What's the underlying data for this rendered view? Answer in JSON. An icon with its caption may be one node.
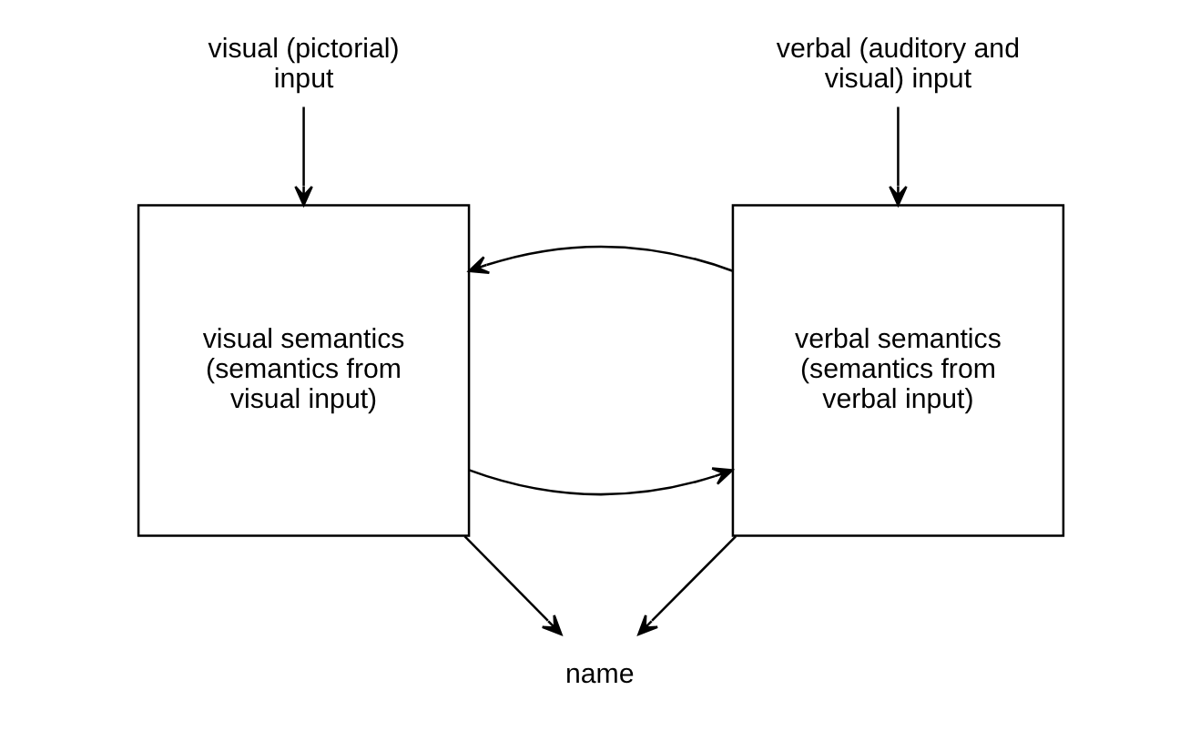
{
  "diagram": {
    "nodes": [
      {
        "text": [
          "visual (pictorial) input"
        ]
      },
      {
        "text": [
          "verbal (auditory and visual) input"
        ]
      },
      {
        "text": [
          "visual semantics (semantics from visual input)"
        ]
      },
      {
        "text": [
          "verbal semantics (semantics from verbal input)"
        ]
      },
      {
        "text": [
          "name"
        ]
      }
    ],
    "edges": [
      {
        "from": 0,
        "to": 2,
        "arrow": "to"
      },
      {
        "from": 1,
        "to": 3,
        "arrow": "to"
      },
      {
        "from": 2,
        "to": 3,
        "arrow": "to"
      },
      {
        "from": 3,
        "to": 2,
        "arrow": "to"
      },
      {
        "from": 2,
        "to": 4,
        "arrow": "to"
      },
      {
        "from": 3,
        "to": 4,
        "arrow": "to"
      }
    ]
  }
}
